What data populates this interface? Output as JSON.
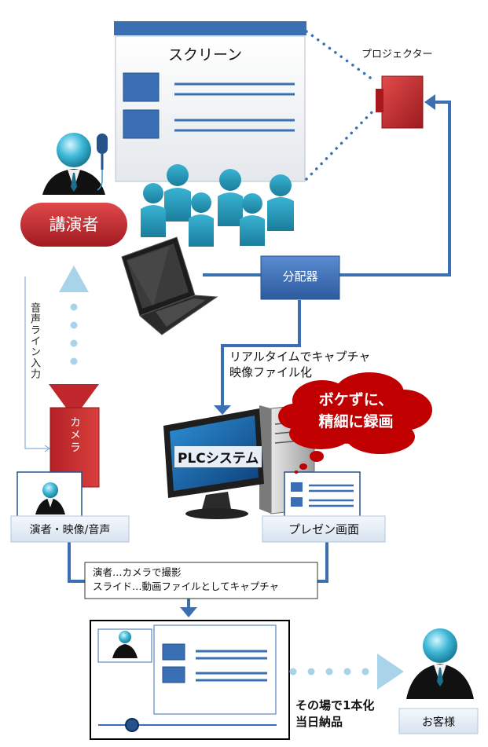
{
  "screen": {
    "title": "スクリーン"
  },
  "projector": {
    "label": "プロジェクター"
  },
  "speaker": {
    "label": "講演者"
  },
  "splitter": {
    "label": "分配器"
  },
  "capture_note": {
    "line1": "リアルタイムでキャプチャ",
    "line2": "映像ファイル化"
  },
  "cloud": {
    "line1": "ボケずに、",
    "line2": "精細に録画"
  },
  "plc": {
    "label": "PLCシステム"
  },
  "audio_line": {
    "label": "音声ライン入力"
  },
  "camera": {
    "label": "カメラ"
  },
  "speaker_feed": {
    "label": "演者・映像/音声"
  },
  "presentation_feed": {
    "label": "プレゼン画面"
  },
  "process_note": {
    "line1": "演者…カメラで撮影",
    "line2": "スライド…動画ファイルとしてキャプチャ"
  },
  "delivery": {
    "line1": "その場で1本化",
    "line2": "当日納品"
  },
  "customer": {
    "label": "お客様"
  },
  "colors": {
    "blue": "#3a6fb4",
    "red": "#c0272d",
    "teal": "#2aa0c0",
    "light_blue": "#9cc8e2",
    "cloud_red": "#c00000"
  }
}
